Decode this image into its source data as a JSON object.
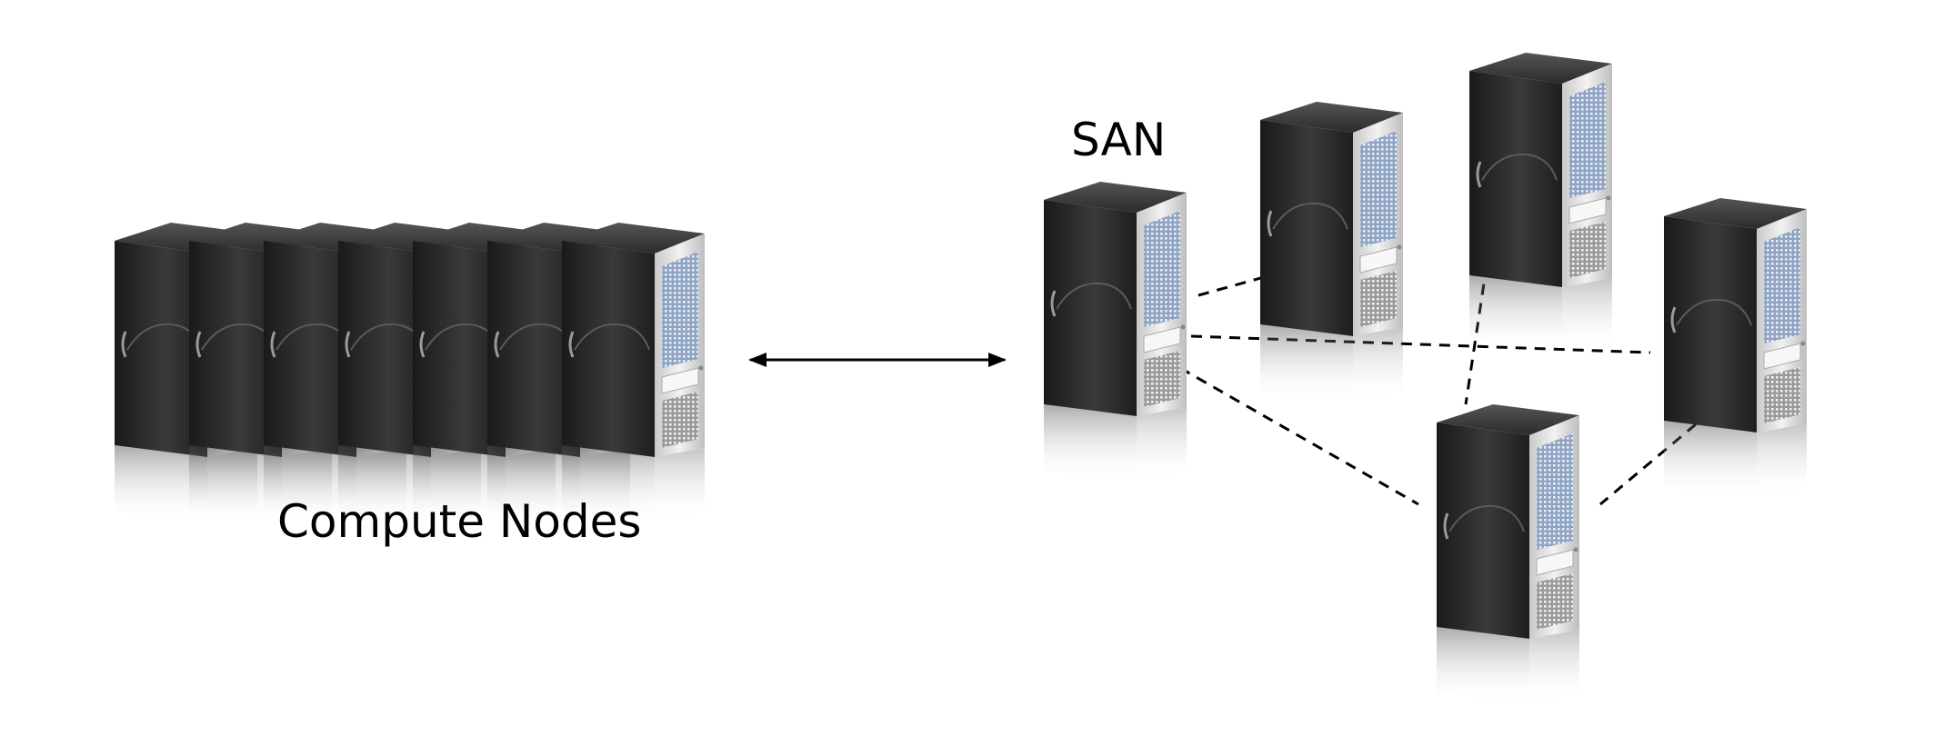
{
  "labels": {
    "compute": "Compute Nodes",
    "san": "SAN"
  },
  "icons": {
    "server": "server-tower-icon",
    "arrow": "double-headed-arrow",
    "link": "dashed-link-line"
  },
  "colors": {
    "background": "#ffffff",
    "text": "#000000",
    "server_body": "#2a2a2a",
    "server_front_grille": "#9fb0c8",
    "line": "#000000"
  }
}
